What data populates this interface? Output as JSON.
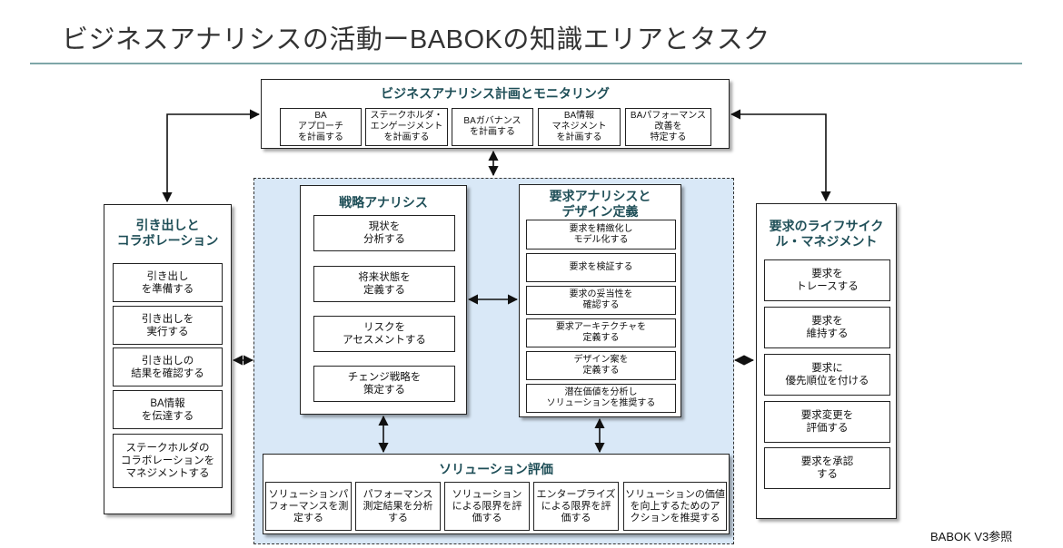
{
  "title": "ビジネスアナリシスの活動ーBABOKの知識エリアとタスク",
  "reference": "BABOK V3参照",
  "planning": {
    "title": "ビジネスアナリシス計画とモニタリング",
    "tasks": [
      "BA\nアプローチ\nを計画する",
      "ステークホルダ・\nエンゲージメント\nを計画する",
      "BAガバナンス\nを計画する",
      "BA情報\nマネジメント\nを計画する",
      "BAパフォーマンス\n改善を\n特定する"
    ]
  },
  "elicitation": {
    "title": "引き出しと\nコラボレーション",
    "tasks": [
      "引き出し\nを準備する",
      "引き出しを\n実行する",
      "引き出しの\n結果を確認する",
      "BA情報\nを伝達する",
      "ステークホルダの\nコラボレーションを\nマネジメントする"
    ]
  },
  "strategy": {
    "title": "戦略アナリシス",
    "tasks": [
      "現状を\n分析する",
      "将来状態を\n定義する",
      "リスクを\nアセスメントする",
      "チェンジ戦略を\n策定する"
    ]
  },
  "requirements": {
    "title": "要求アナリシスと\nデザイン定義",
    "tasks": [
      "要求を精緻化し\nモデル化する",
      "要求を検証する",
      "要求の妥当性を\n確認する",
      "要求アーキテクチャを\n定義する",
      "デザイン案を\n定義する",
      "潜在価値を分析し\nソリューションを推奨する"
    ]
  },
  "lifecycle": {
    "title": "要求のライフサイク\nル・マネジメント",
    "tasks": [
      "要求を\nトレースする",
      "要求を\n維持する",
      "要求に\n優先順位を付ける",
      "要求変更を\n評価する",
      "要求を承認\nする"
    ]
  },
  "evaluation": {
    "title": "ソリューション評価",
    "tasks": [
      "ソリューションパ\nフォーマンスを測\n定する",
      "パフォーマンス\n測定結果を分析\nする",
      "ソリューション\nによる限界を評\n価する",
      "エンタープライズ\nによる限界を評\n価する",
      "ソリューションの価値\nを向上するためのア\nクションを推奨する"
    ]
  }
}
